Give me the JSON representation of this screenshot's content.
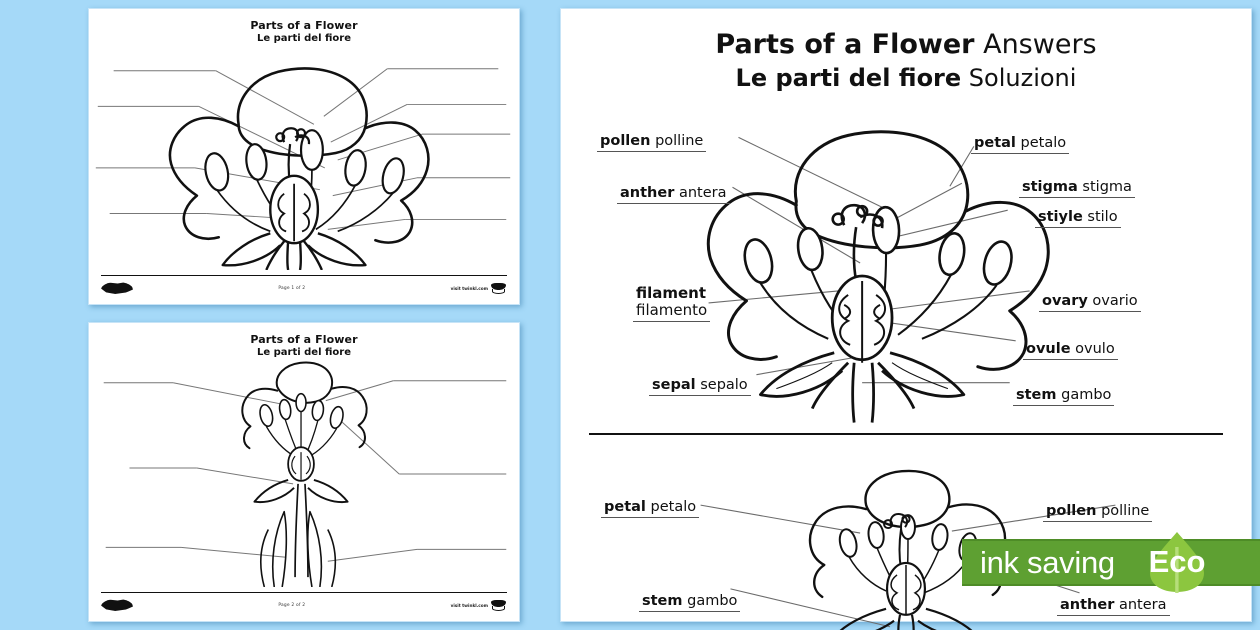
{
  "background_color": "#a5d9f8",
  "thumbnails": [
    {
      "name": "worksheet-page-1",
      "title": "Parts of a Flower",
      "subtitle": "Le parti del fiore",
      "footer": {
        "page": "Page 1 of 2",
        "visit": "visit twinkl.com",
        "logo": "twinkl-logo"
      }
    },
    {
      "name": "worksheet-page-2",
      "title": "Parts of a Flower",
      "subtitle": "Le parti del fiore",
      "footer": {
        "page": "Page 2 of 2",
        "visit": "visit twinkl.com",
        "logo": "twinkl-logo"
      }
    }
  ],
  "answer_sheet": {
    "title_bold": "Parts of a Flower",
    "title_rest": " Answers",
    "subtitle_bold": "Le parti del fiore",
    "subtitle_rest": " Soluzioni",
    "top_figure_labels": [
      {
        "en": "pollen",
        "it": "polline",
        "side": "left"
      },
      {
        "en": "anther",
        "it": "antera",
        "side": "left"
      },
      {
        "en": "filament",
        "it": "filamento",
        "side": "left"
      },
      {
        "en": "sepal",
        "it": "sepalo",
        "side": "left"
      },
      {
        "en": "petal",
        "it": "petalo",
        "side": "right"
      },
      {
        "en": "stigma",
        "it": "stigma",
        "side": "right"
      },
      {
        "en": "stiyle",
        "it": "stilo",
        "side": "right"
      },
      {
        "en": "ovary",
        "it": "ovario",
        "side": "right"
      },
      {
        "en": "ovule",
        "it": "ovulo",
        "side": "right"
      },
      {
        "en": "stem",
        "it": "gambo",
        "side": "right"
      }
    ],
    "bottom_figure_labels": [
      {
        "en": "petal",
        "it": "petalo",
        "side": "left"
      },
      {
        "en": "stem",
        "it": "gambo",
        "side": "left"
      },
      {
        "en": "pollen",
        "it": "polline",
        "side": "right"
      },
      {
        "en": "anther",
        "it": "antera",
        "side": "right"
      }
    ]
  },
  "eco_badge": {
    "bar_text": "ink saving",
    "leaf_text": "Eco",
    "bar_color": "#5ea032",
    "leaf_color": "#8cc63f"
  }
}
